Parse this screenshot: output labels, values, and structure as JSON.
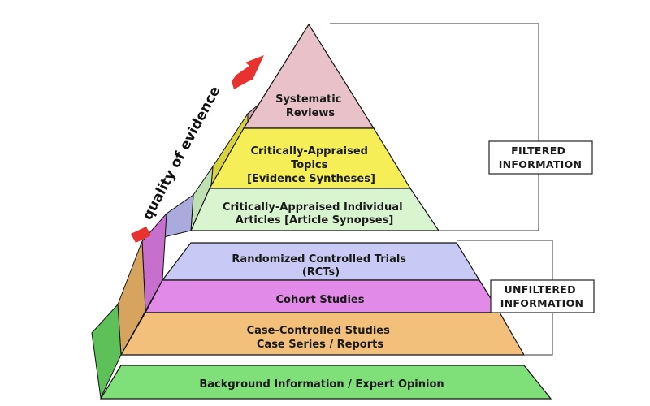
{
  "levels": [
    {
      "id": "systematic-reviews",
      "lines": [
        "Systematic",
        "Reviews"
      ],
      "color": "#e8c2c8",
      "side": "#cfa6ad"
    },
    {
      "id": "critically-appraised-topics",
      "lines": [
        "Critically-Appraised",
        "Topics",
        "[Evidence Syntheses]"
      ],
      "color": "#f5ee57",
      "side": "#d9d23f"
    },
    {
      "id": "critically-appraised-articles",
      "lines": [
        "Critically-Appraised Individual",
        "Articles [Article Synopses]"
      ],
      "color": "#d9f5cf",
      "side": "#bfe0b3"
    },
    {
      "id": "randomized-controlled-trials",
      "lines": [
        "Randomized Controlled Trials",
        "(RCTs)"
      ],
      "color": "#c9c9f5",
      "side": "#aaaadd"
    },
    {
      "id": "cohort-studies",
      "lines": [
        "Cohort Studies"
      ],
      "color": "#e28ae8",
      "side": "#c66fcd"
    },
    {
      "id": "case-controlled-studies",
      "lines": [
        "Case-Controlled Studies",
        "Case Series / Reports"
      ],
      "color": "#f2c07a",
      "side": "#d6a45f"
    },
    {
      "id": "background-information",
      "lines": [
        "Background Information / Expert Opinion"
      ],
      "color": "#7fe07a",
      "side": "#5dc058"
    }
  ],
  "axis_label": "quality of evidence",
  "brackets": {
    "filtered": [
      "FILTERED",
      "INFORMATION"
    ],
    "unfiltered": [
      "UNFILTERED",
      "INFORMATION"
    ]
  },
  "colors": {
    "arrow": "#e8322f",
    "outline": "#111111",
    "bracket_line": "#333333"
  }
}
